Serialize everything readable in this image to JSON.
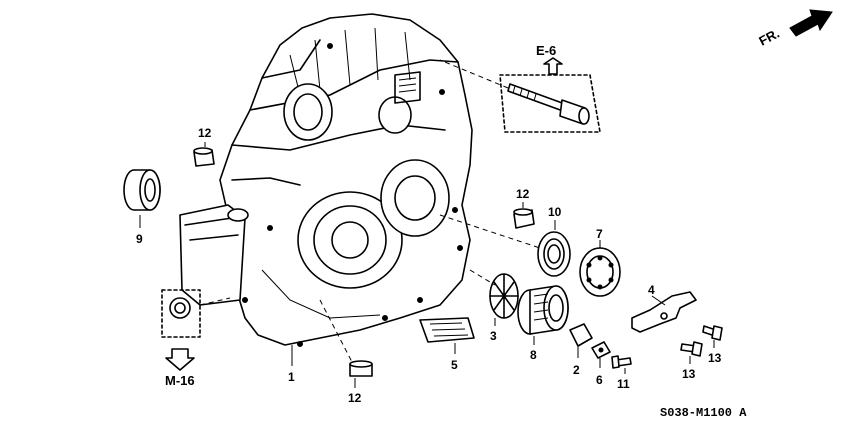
{
  "parts": {
    "p1": "1",
    "p2": "2",
    "p3": "3",
    "p4": "4",
    "p5": "5",
    "p6": "6",
    "p7": "7",
    "p8": "8",
    "p9": "9",
    "p10": "10",
    "p11": "11",
    "p12_a": "12",
    "p12_b": "12",
    "p12_c": "12",
    "p13_a": "13",
    "p13_b": "13"
  },
  "refs": {
    "e6": "E-6",
    "m16": "M-16",
    "front": "FR."
  },
  "drawing_code": "S038-M1100 A"
}
